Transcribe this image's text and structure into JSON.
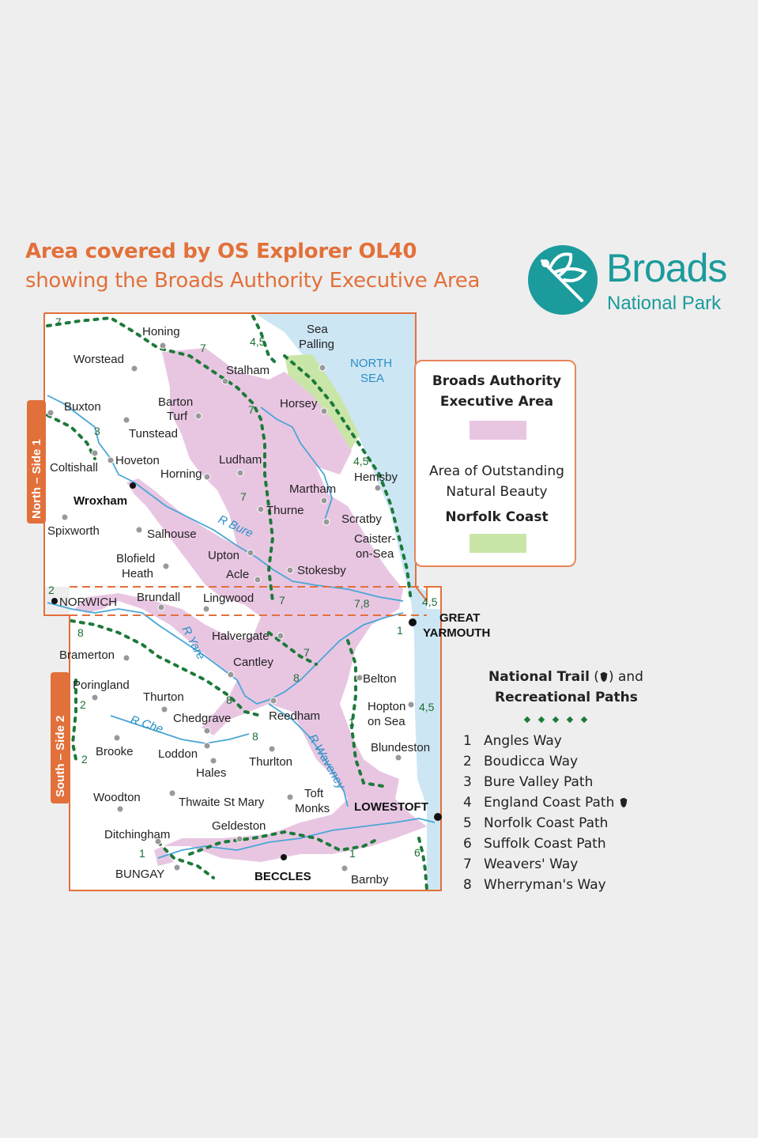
{
  "title_line1": "Area covered by OS Explorer OL40",
  "title_line2": "showing the Broads Authority Executive Area",
  "logo": {
    "name": "Broads",
    "subtitle": "National Park",
    "icon": "dragonfly-icon",
    "color": "#1b9b9c"
  },
  "side_labels": {
    "north": "North – Side 1",
    "south": "South – Side 2"
  },
  "places": [
    "Honing",
    "Worstead",
    "Sea",
    "Palling",
    "Stalham",
    "Buxton",
    "Barton",
    "Turf",
    "Horsey",
    "Tunstead",
    "Coltishall",
    "Hoveton",
    "Ludham",
    "Horning",
    "Hemsby",
    "Wroxham",
    "Martham",
    "Thurne",
    "Scratby",
    "Spixworth",
    "Salhouse",
    "Caister-",
    "on-Sea",
    "Blofield",
    "Heath",
    "Upton",
    "Acle",
    "Stokesby",
    "NORWICH",
    "Brundall",
    "Lingwood",
    "GREAT",
    "YARMOUTH",
    "Bramerton",
    "Halvergate",
    "Cantley",
    "Belton",
    "Poringland",
    "Thurton",
    "Hopton",
    "on Sea",
    "Chedgrave",
    "Reedham",
    "Brooke",
    "Loddon",
    "Blundeston",
    "Hales",
    "Thurlton",
    "Woodton",
    "Thwaite St Mary",
    "Toft",
    "Monks",
    "LOWESTOFT",
    "Geldeston",
    "Ditchingham",
    "BUNGAY",
    "BECCLES",
    "Barnby"
  ],
  "rivers": [
    "R Bure",
    "R Yare",
    "R Che",
    "R Waveney"
  ],
  "sea_label": [
    "NORTH",
    "SEA"
  ],
  "route_numbers": [
    "7",
    "7",
    "4,5",
    "3",
    "7",
    "4,5",
    "7",
    "7",
    "2",
    "7,8",
    "4,5",
    "1",
    "8",
    "7",
    "8",
    "2",
    "8",
    "4,5",
    "1",
    "8",
    "2",
    "1",
    "1",
    "6"
  ],
  "legend": {
    "executive_area": "Broads Authority\nExecutive Area",
    "aonb_line1": "Area of Outstanding",
    "aonb_line2": "Natural Beauty",
    "aonb_name": "Norfolk Coast",
    "colors": {
      "executive": "#e8c6e2",
      "aonb": "#c9e6a8",
      "accent": "#e2703a",
      "sea": "#cde6f4",
      "trail": "#1d7a3a"
    }
  },
  "trails": {
    "heading_bold": "National Trail",
    "heading_icon": "acorn-icon",
    "heading_rest": "and",
    "heading_line2": "Recreational Paths",
    "items": [
      {
        "num": "1",
        "name": "Angles Way"
      },
      {
        "num": "2",
        "name": "Boudicca Way"
      },
      {
        "num": "3",
        "name": "Bure Valley Path"
      },
      {
        "num": "4",
        "name": "England Coast Path",
        "icon": "acorn-icon"
      },
      {
        "num": "5",
        "name": "Norfolk Coast Path"
      },
      {
        "num": "6",
        "name": "Suffolk Coast Path"
      },
      {
        "num": "7",
        "name": "Weavers' Way"
      },
      {
        "num": "8",
        "name": "Wherryman's Way"
      }
    ]
  }
}
